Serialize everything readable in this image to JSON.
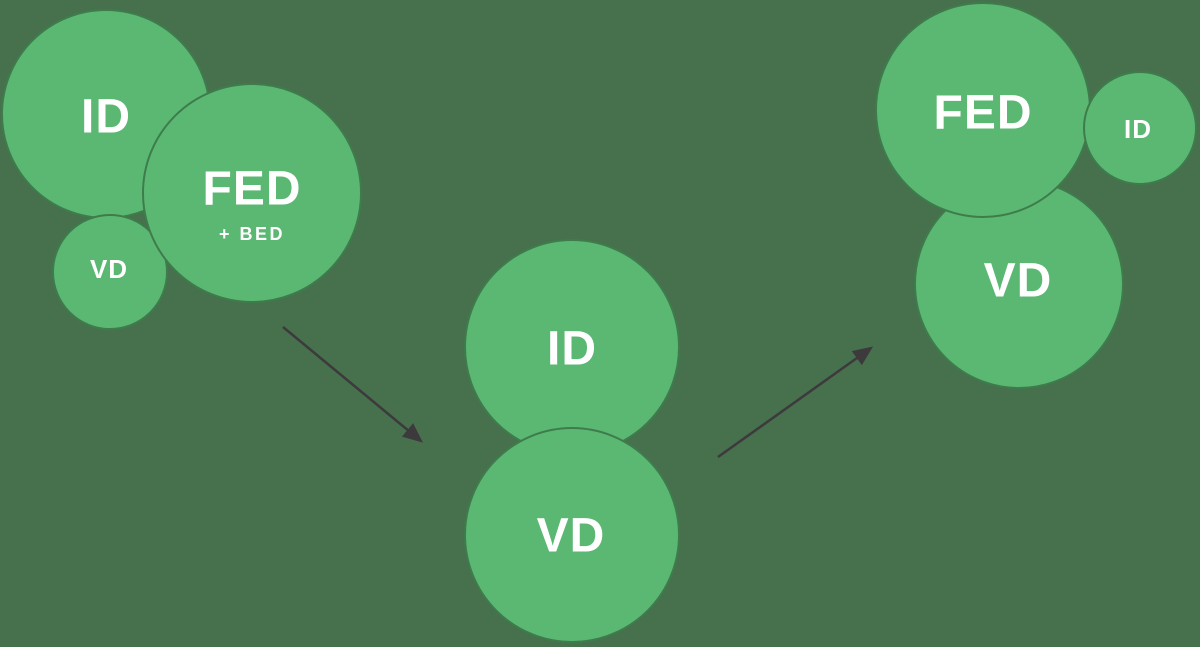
{
  "diagram": {
    "type": "bubble-cluster-flow",
    "colors": {
      "background": "#47704d",
      "bubble_fill": "#5bb873",
      "bubble_stroke": "#3e7c4c",
      "label_text": "#ffffff",
      "arrow": "#3d3a3e"
    },
    "groups": {
      "left": {
        "circles": [
          {
            "label": "ID"
          },
          {
            "label": "VD"
          },
          {
            "label": "FED",
            "sublabel": "+ BED"
          }
        ]
      },
      "center": {
        "circles": [
          {
            "label": "ID"
          },
          {
            "label": "VD"
          }
        ]
      },
      "right": {
        "circles": [
          {
            "label": "FED"
          },
          {
            "label": "ID"
          },
          {
            "label": "VD"
          }
        ]
      }
    },
    "arrows": [
      {
        "from": "left-group",
        "to": "center-group"
      },
      {
        "from": "center-group",
        "to": "right-group"
      }
    ]
  }
}
